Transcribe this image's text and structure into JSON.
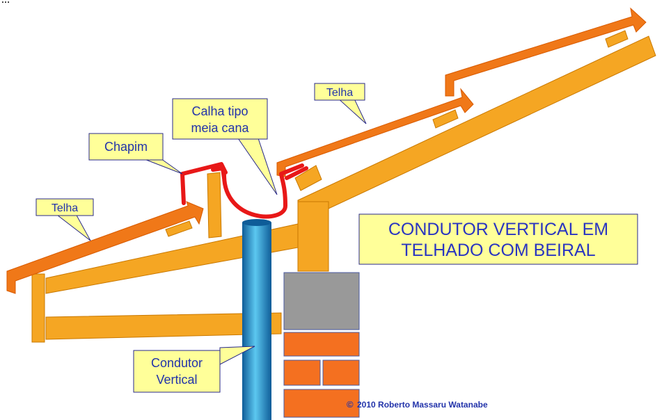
{
  "corner_text": "…",
  "title": {
    "line1": "CONDUTOR VERTICAL EM",
    "line2": "TELHADO COM BEIRAL"
  },
  "labels": {
    "telha_left": "Telha",
    "telha_right": "Telha",
    "chapim": "Chapim",
    "calha_line1": "Calha tipo",
    "calha_line2": "meia cana",
    "condutor_line1": "Condutor",
    "condutor_line2": "Vertical"
  },
  "copyright": {
    "symbol": "©",
    "text": "2010 Roberto Massaru Watanabe"
  },
  "colors": {
    "tile": "#f07818",
    "tile_dark": "#d85a00",
    "wood": "#f5a623",
    "wood_stroke": "#c97800",
    "gutter": "#e81818",
    "pipe": "#1c8fd0",
    "pipe_light": "#5cc8f0",
    "pipe_dark": "#0e5c98",
    "brick": "#f47020",
    "stone": "#999999",
    "callout_fill": "#ffff99",
    "title_fill": "#ffff99",
    "text_blue": "#2233aa"
  }
}
